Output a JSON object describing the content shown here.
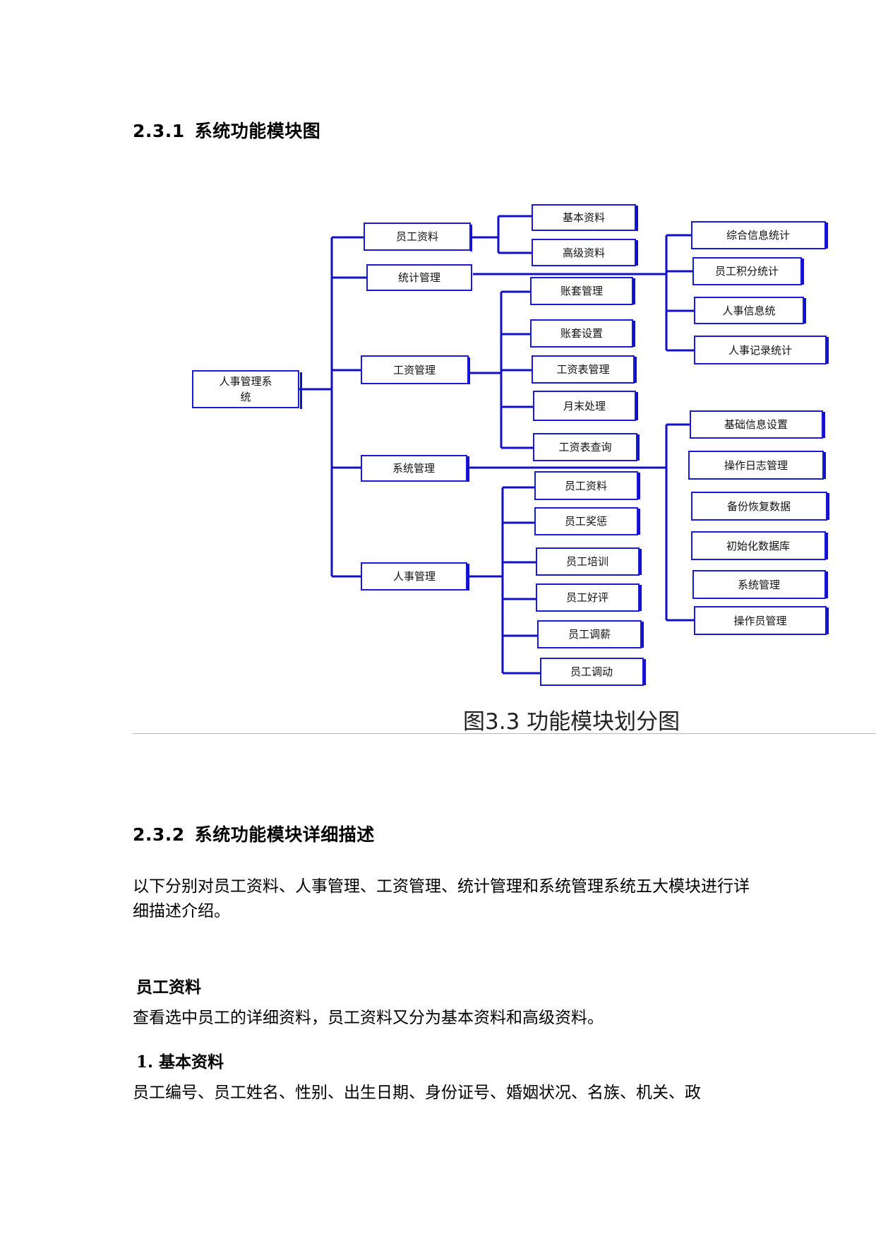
{
  "section_231": {
    "number": "2.3.1",
    "title": "系统功能模块图"
  },
  "diagram": {
    "root": "人事管理系统",
    "modules": {
      "staff": "员工资料",
      "stats": "统计管理",
      "salary": "工资管理",
      "system": "系统管理",
      "hr": "人事管理"
    },
    "staff_items": [
      "基本资料",
      "高级资料"
    ],
    "stats_items": [
      "综合信息统计",
      "员工积分统计",
      "人事信息统",
      "人事记录统计"
    ],
    "salary_items": [
      "账套管理",
      "账套设置",
      "工资表管理",
      "月末处理",
      "工资表查询"
    ],
    "system_items": [
      "基础信息设置",
      "操作日志管理",
      "备份恢复数据",
      "初始化数据库",
      "系统管理",
      "操作员管理"
    ],
    "hr_items": [
      "员工资料",
      "员工奖惩",
      "员工培训",
      "员工好评",
      "员工调薪",
      "员工调动"
    ],
    "caption": "图3.3  功能模块划分图"
  },
  "section_232": {
    "number": "2.3.2",
    "title": "系统功能模块详细描述"
  },
  "intro": "以下分别对员工资料、人事管理、工资管理、统计管理和系统管理系统五大模块进行详细描述介绍。",
  "staff_section": {
    "title": "员工资料",
    "text": "查看选中员工的详细资料，员工资料又分为基本资料和高级资料。"
  },
  "basic_section": {
    "title": "1. 基本资料",
    "text": "员工编号、员工姓名、性别、出生日期、身份证号、婚姻状况、名族、机关、政"
  }
}
